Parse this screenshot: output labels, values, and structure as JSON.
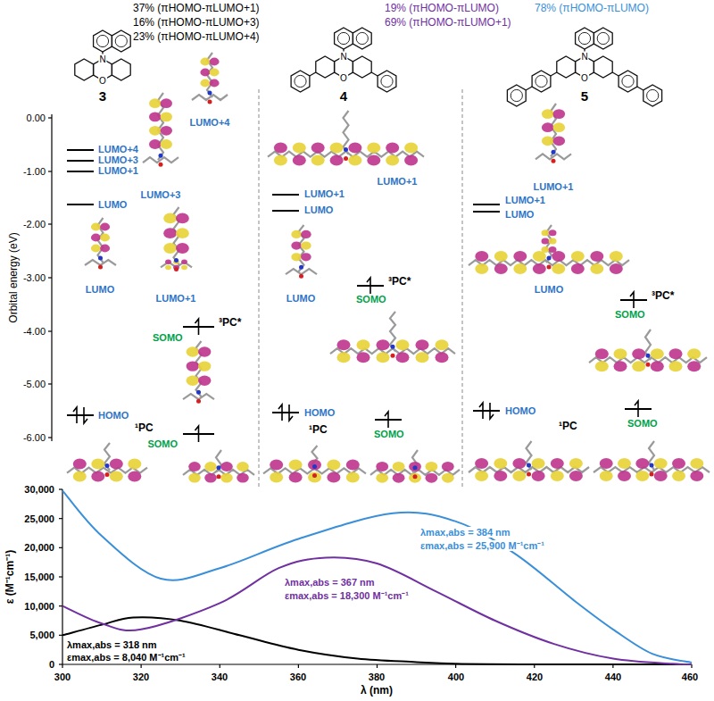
{
  "diagram": {
    "labels": [
      "37% (πHOMO-πLUMO+1)",
      "16% (πHOMO-πLUMO+3)",
      "23% (πHOMO-πLUMO+4)",
      "N",
      "O",
      "3",
      "19% (πHOMO-πLUMO)",
      "69% (πHOMO-πLUMO+1)",
      "N",
      "O",
      "4",
      "78% (πHOMO-πLUMO)",
      "N",
      "O",
      "5",
      "0.00",
      "-1.00",
      "-2.00",
      "-3.00",
      "-4.00",
      "-5.00",
      "-6.00",
      "Orbital energy (eV)",
      "LUMO+4",
      "LUMO+3",
      "LUMO+1",
      "LUMO",
      "LUMO+3",
      "LUMO+4",
      "LUMO",
      "LUMO+1",
      "³PC*",
      "SOMO",
      "HOMO",
      "¹PC",
      "SOMO",
      "LUMO+1",
      "LUMO+1",
      "LUMO",
      "LUMO",
      "³PC*",
      "SOMO",
      "HOMO",
      "¹PC",
      "SOMO",
      "LUMO+1",
      "LUMO+1",
      "LUMO",
      "LUMO",
      "³PC*",
      "SOMO",
      "HOMO",
      "¹PC",
      "SOMO",
      "30,000",
      "25,000",
      "20,000",
      "15,000",
      "10,000",
      "5,000",
      "0",
      "ε (M⁻¹cm⁻¹)",
      "300",
      "320",
      "340",
      "360",
      "380",
      "400",
      "420",
      "440",
      "460",
      "λ (nm)",
      "λmax,abs = 384 nm",
      "εmax,abs = 25,900 M⁻¹cm⁻¹",
      "λmax,abs = 367 nm",
      "εmax,abs = 18,300 M⁻¹cm⁻¹",
      "λmax,abs = 318 nm",
      "εmax,abs = 8,040 M⁻¹cm⁻¹"
    ]
  }
}
